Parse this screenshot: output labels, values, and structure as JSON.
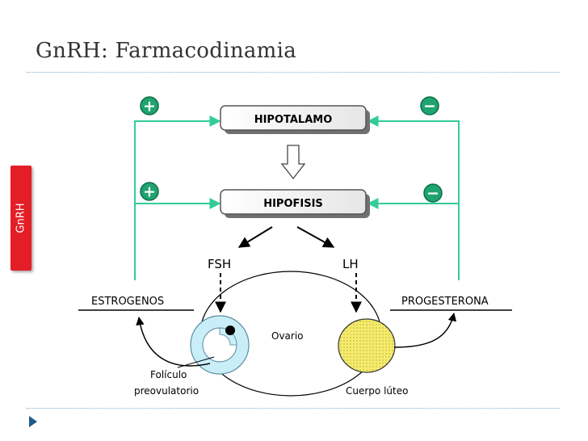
{
  "slide": {
    "title": "GnRH: Farmacodinamia",
    "side_tab": "GnRH"
  },
  "diagram": {
    "hypothalamus": "HIPOTALAMO",
    "pituitary": "HIPOFISIS",
    "fsh": "FSH",
    "lh": "LH",
    "estrogens": "ESTROGENOS",
    "progesterone": "PROGESTERONA",
    "ovary": "Ovario",
    "follicle_line1": "Folículo",
    "follicle_line2": "preovulatorio",
    "corpus_luteum": "Cuerpo lúteo",
    "plus_sign": "+",
    "minus_sign": "−"
  },
  "colors": {
    "feedback_line": "#33cc99",
    "sign_fill": "#1fa36f",
    "title_rule": "#7fb3c9",
    "side_tab": "#e41e26",
    "nav_arrow": "#1e5a8a",
    "corpus_luteum_fill": "#f5eb6e",
    "follicle_fill": "#c9eef8"
  }
}
